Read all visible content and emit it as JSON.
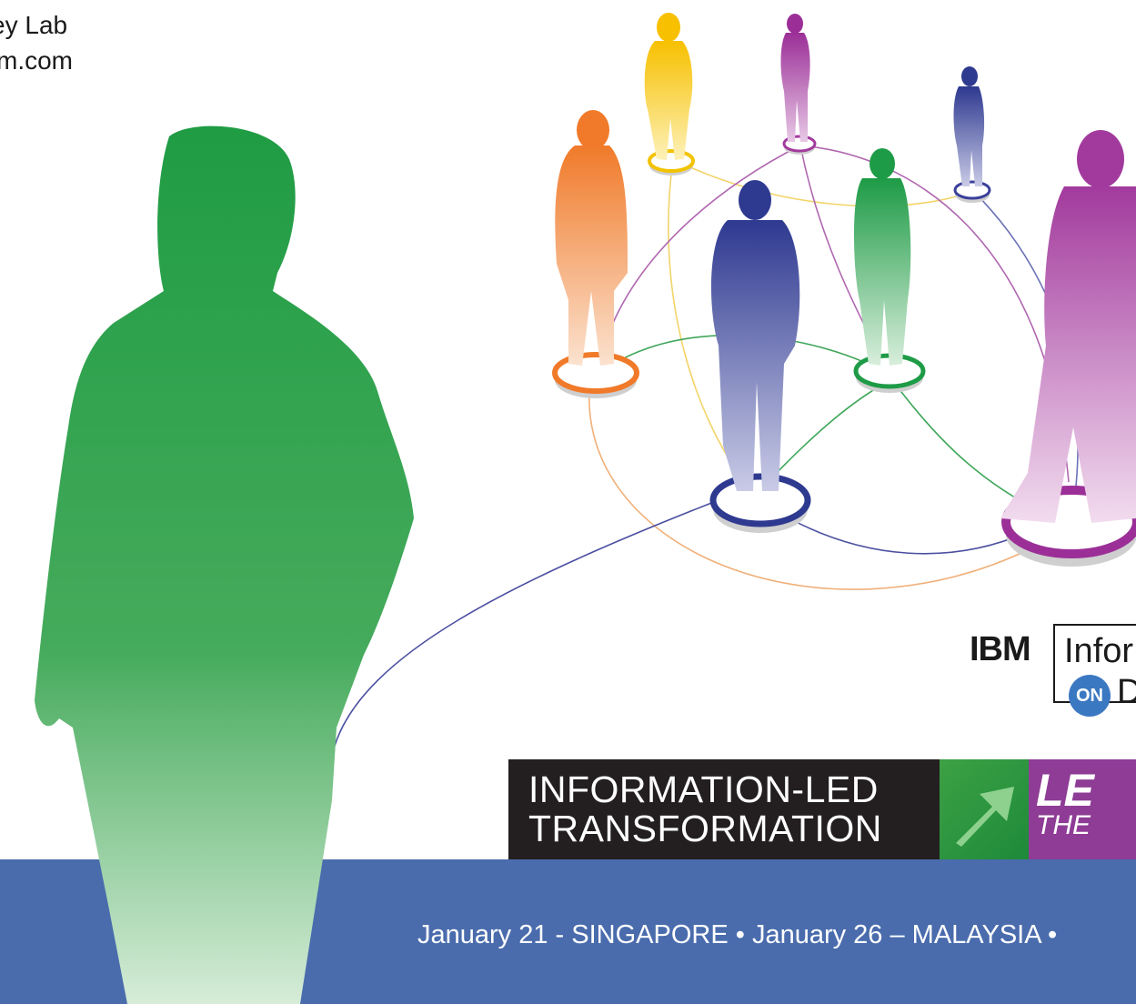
{
  "header": {
    "line1": "alley Lab",
    "line2": "m.com"
  },
  "banner": {
    "line1": "INFORMATION-LED",
    "line2": "TRANSFORMATION",
    "lead_big": "LE",
    "lead_small": "THE",
    "green": "#2a9a40",
    "purple": "#8e3c96",
    "dark": "#231f20"
  },
  "logo": {
    "ibm": "IBM",
    "info": "Infor",
    "on": "ON",
    "d": "D"
  },
  "footer": {
    "dates": "January 21 - SINGAPORE • January 26 – MALAYSIA  •",
    "band_color": "#4a6cad"
  },
  "figures": {
    "walker_icon": "green-walking-person-icon",
    "network_icon": "people-network-icon"
  }
}
